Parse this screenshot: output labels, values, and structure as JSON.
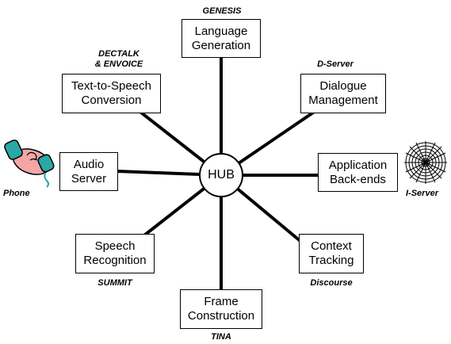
{
  "hub": {
    "label": "HUB"
  },
  "modules": {
    "language_generation": {
      "label": "Language\nGeneration",
      "server": "GENESIS"
    },
    "dialogue_management": {
      "label": "Dialogue\nManagement",
      "server": "D-Server"
    },
    "application_backends": {
      "label": "Application\nBack-ends",
      "server": "I-Server"
    },
    "context_tracking": {
      "label": "Context\nTracking",
      "server": "Discourse"
    },
    "frame_construction": {
      "label": "Frame\nConstruction",
      "server": "TINA"
    },
    "speech_recognition": {
      "label": "Speech\nRecognition",
      "server": "SUMMIT"
    },
    "audio_server": {
      "label": "Audio\nServer",
      "server": "Phone"
    },
    "text_to_speech": {
      "label": "Text-to-Speech\nConversion",
      "server": "DECTALK\n& ENVOICE"
    }
  },
  "icons": {
    "phone": "telephone-handset-icon",
    "web": "spider-web-icon"
  },
  "colors": {
    "phone_body": "#f3a6a6",
    "phone_cord": "#2aa7a7",
    "line": "#000000"
  }
}
